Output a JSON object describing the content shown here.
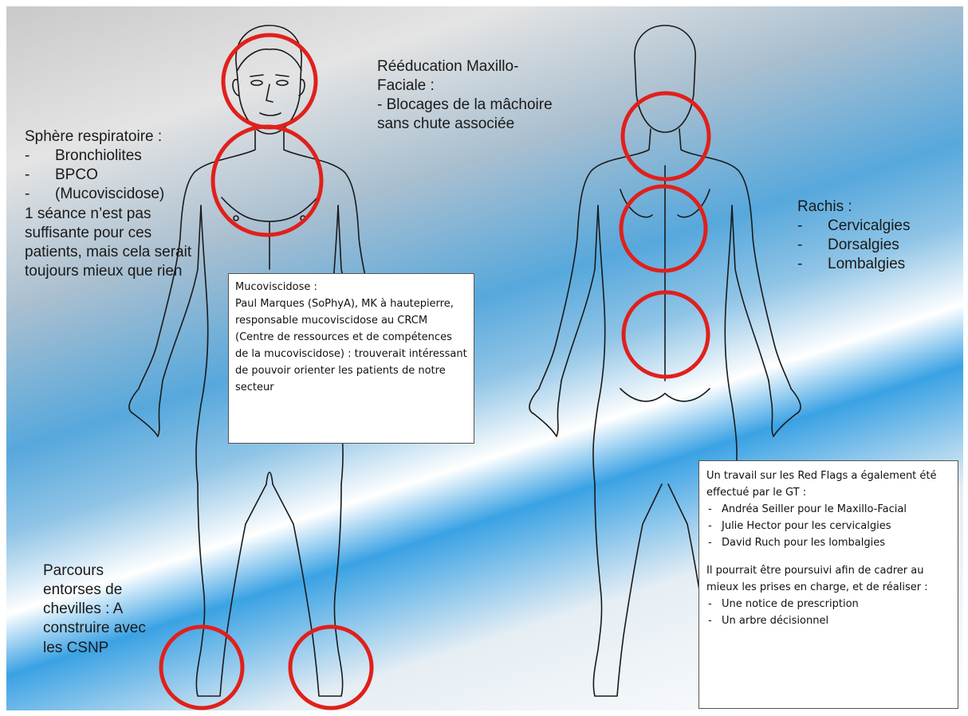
{
  "maxillo": {
    "title": "Rééducation Maxillo-Faciale :",
    "item": "- Blocages de la mâchoire sans chute associée"
  },
  "respiratoire": {
    "title": "Sphère respiratoire :",
    "items": [
      "Bronchiolites",
      "BPCO",
      "(Mucoviscidose)"
    ],
    "note": "1 séance n’est pas suffisante pour ces patients, mais cela serait toujours mieux que rien"
  },
  "rachis": {
    "title": "Rachis :",
    "items": [
      "Cervicalgies",
      "Dorsalgies",
      "Lombalgies"
    ]
  },
  "chevilles": {
    "text": "Parcours entorses de chevilles : A construire avec les CSNP"
  },
  "mucoviscidose_box": {
    "title": "Mucoviscidose :",
    "body": "Paul Marques (SoPhyA), MK à hautepierre, responsable mucoviscidose au CRCM (Centre de ressources et de compétences de la mucoviscidose) : trouverait intéressant de pouvoir orienter les patients de notre secteur"
  },
  "redflags_box": {
    "intro": "Un travail sur les Red Flags a également été effectué par le GT :",
    "items": [
      "Andréa Seiller pour le Maxillo-Facial",
      "Julie Hector pour les cervicalgies",
      "David Ruch pour les lombalgies"
    ],
    "followup": "Il pourrait être poursuivi afin de cadrer au mieux les prises en charge, et de réaliser :",
    "actions": [
      "Une notice de prescription",
      "Un arbre décisionnel"
    ]
  },
  "colors": {
    "circle": "#e0201b",
    "outline": "#1a1a1a"
  }
}
